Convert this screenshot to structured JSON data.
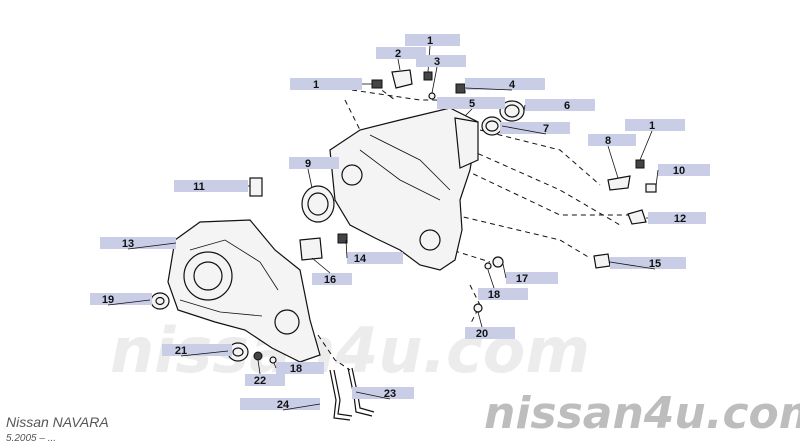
{
  "callouts": [
    {
      "id": "c1a",
      "label": "1"
    },
    {
      "id": "c1b",
      "label": "1"
    },
    {
      "id": "c1c",
      "label": "1"
    },
    {
      "id": "c2",
      "label": "2"
    },
    {
      "id": "c3",
      "label": "3"
    },
    {
      "id": "c4",
      "label": "4"
    },
    {
      "id": "c5",
      "label": "5"
    },
    {
      "id": "c6",
      "label": "6"
    },
    {
      "id": "c7",
      "label": "7"
    },
    {
      "id": "c8",
      "label": "8"
    },
    {
      "id": "c9",
      "label": "9"
    },
    {
      "id": "c10",
      "label": "10"
    },
    {
      "id": "c11",
      "label": "11"
    },
    {
      "id": "c12",
      "label": "12"
    },
    {
      "id": "c13",
      "label": "13"
    },
    {
      "id": "c14",
      "label": "14"
    },
    {
      "id": "c15",
      "label": "15"
    },
    {
      "id": "c16",
      "label": "16"
    },
    {
      "id": "c17",
      "label": "17"
    },
    {
      "id": "c18a",
      "label": "18"
    },
    {
      "id": "c18b",
      "label": "18"
    },
    {
      "id": "c19",
      "label": "19"
    },
    {
      "id": "c20",
      "label": "20"
    },
    {
      "id": "c21",
      "label": "21"
    },
    {
      "id": "c22",
      "label": "22"
    },
    {
      "id": "c23",
      "label": "23"
    },
    {
      "id": "c24",
      "label": "24"
    }
  ],
  "watermark": {
    "center": "nissan4u.com",
    "corner": "nissan4u.com"
  },
  "footer": {
    "model": "Nissan  NAVARA",
    "date": "5.2005  –  ..."
  },
  "colors": {
    "tag": "#c9cde6",
    "line": "#111111",
    "watermark": "#bdbdbd"
  }
}
